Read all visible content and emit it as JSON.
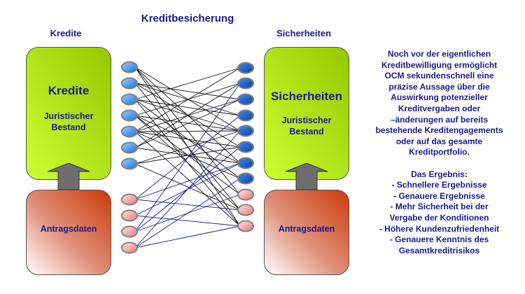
{
  "title": "Kreditbesicherung",
  "left": {
    "column_label": "Kredite",
    "box_title": "Kredite",
    "box_sub1": "Juristischer",
    "box_sub2": "Bestand",
    "source_label": "Antragsdaten"
  },
  "right": {
    "column_label": "Sicherheiten",
    "box_title": "Sicherheiten",
    "box_sub1": "Juristischer",
    "box_sub2": "Bestand",
    "source_label": "Antragsdaten"
  },
  "description": {
    "lines": [
      "Noch vor der eigentlichen",
      "Kreditbewilligung ermöglicht",
      "OCM sekundenschnell eine",
      "präzise Aussage über die",
      "Auswirkung potenzieller",
      "Kreditvergaben oder",
      "–änderungen auf bereits",
      "bestehende Kreditengagements",
      "oder auf das gesamte",
      "Kreditportfolio."
    ],
    "result_heading": "Das Ergebnis:",
    "results": [
      "- Schnellere Ergebnisse",
      "- Genauere Ergebnisse",
      "- Mehr Sicherheit bei der",
      "Vergabe der Konditionen",
      "- Höhere Kundenzufriedenheit",
      "- Genauere Kenntnis des",
      "Gesamtkreditrisikos"
    ]
  },
  "network": {
    "left_blue": 7,
    "left_pink": 4,
    "right_blue": 8,
    "right_pink": 3
  },
  "colors": {
    "text": "#1a1a8c",
    "black_edge": "#111111",
    "blue_edge": "#1a1aa0"
  }
}
